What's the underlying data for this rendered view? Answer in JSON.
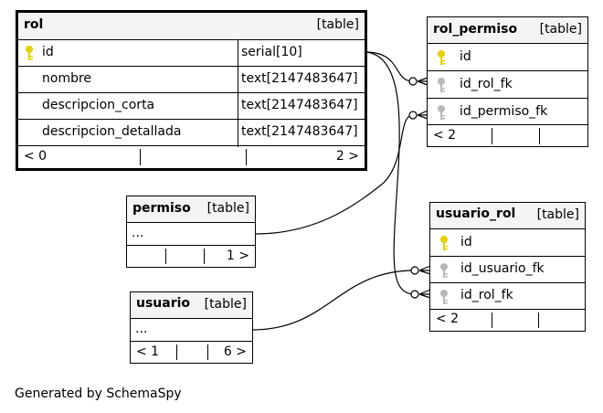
{
  "tables": {
    "rol": {
      "name": "rol",
      "type": "[table]",
      "rows": [
        {
          "col": "id",
          "dtype": "serial[10]",
          "key": "primary-key-icon"
        },
        {
          "col": "nombre",
          "dtype": "text[2147483647]"
        },
        {
          "col": "descripcion_corta",
          "dtype": "text[2147483647]"
        },
        {
          "col": "descripcion_detallada",
          "dtype": "text[2147483647]"
        }
      ],
      "footer": {
        "left": "< 0",
        "right": "2 >"
      }
    },
    "rol_permiso": {
      "name": "rol_permiso",
      "type": "[table]",
      "rows": [
        {
          "col": "id",
          "key": "primary-key-icon"
        },
        {
          "col": "id_rol_fk",
          "key": "foreign-key-icon"
        },
        {
          "col": "id_permiso_fk",
          "key": "foreign-key-icon"
        }
      ],
      "footer": {
        "left": "< 2",
        "right": ""
      }
    },
    "permiso": {
      "name": "permiso",
      "type": "[table]",
      "rows": [
        {
          "col": "..."
        }
      ],
      "footer": {
        "left": "",
        "right": "1 >"
      }
    },
    "usuario_rol": {
      "name": "usuario_rol",
      "type": "[table]",
      "rows": [
        {
          "col": "id",
          "key": "primary-key-icon"
        },
        {
          "col": "id_usuario_fk",
          "key": "foreign-key-icon"
        },
        {
          "col": "id_rol_fk",
          "key": "foreign-key-icon"
        }
      ],
      "footer": {
        "left": "< 2",
        "right": ""
      }
    },
    "usuario": {
      "name": "usuario",
      "type": "[table]",
      "rows": [
        {
          "col": "..."
        }
      ],
      "footer": {
        "left": "< 1",
        "right": "6 >"
      }
    }
  },
  "colors": {
    "primary_key": "#e6d200",
    "foreign_key": "#b8b8b8",
    "header_bg": "#f4f4f4"
  },
  "generated_by": "Generated by SchemaSpy"
}
